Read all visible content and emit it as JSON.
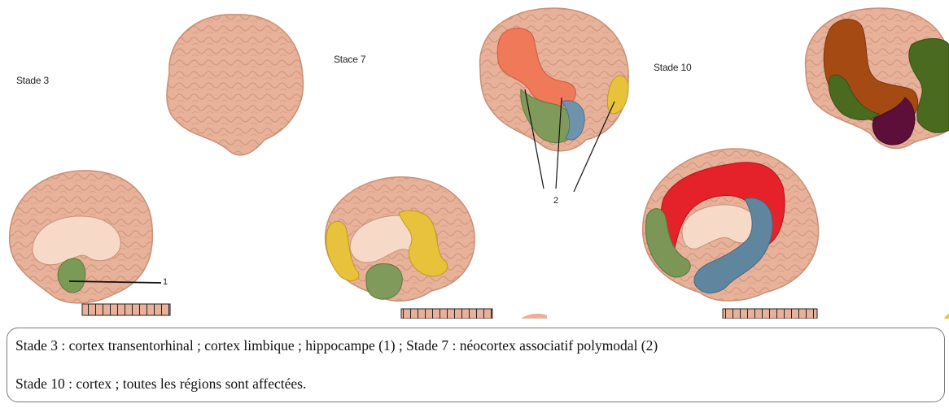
{
  "figure": {
    "stages": [
      {
        "id": "stage3",
        "label": "Stade 3"
      },
      {
        "id": "stage7",
        "label": "Stace 7"
      },
      {
        "id": "stage10",
        "label": "Stade 10"
      }
    ],
    "callouts": {
      "one": "1",
      "two": "2"
    },
    "colors": {
      "brain": "#e8b199",
      "brain_dark": "#c98f76",
      "inner": "#f7d9c8",
      "stage3_region": "#7a9a55",
      "stage7_salmon": "#f0795a",
      "stage7_yellow": "#e8c23a",
      "stage7_green": "#7f9a5a",
      "stage7_blue": "#6e93ac",
      "stage10_red": "#e5222a",
      "stage10_green": "#7b9656",
      "stage10_blue": "#5f869e",
      "stage10_brown": "#a64a14",
      "stage10_darkgreen": "#4a6a20",
      "stage10_purple": "#5d0f3a"
    }
  },
  "caption": {
    "line1": "Stade 3 : cortex transentorhinal ; cortex limbique ; hippocampe (1) ; Stade 7 : néocortex associatif polymodal (2)",
    "line2": "Stade 10 : cortex ; toutes les régions sont affectées."
  }
}
